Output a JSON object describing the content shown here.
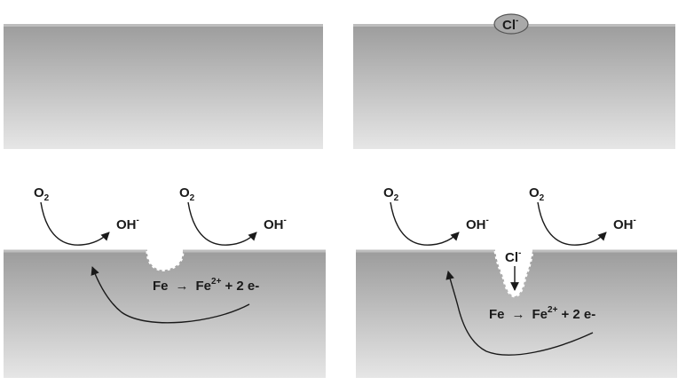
{
  "panels": {
    "top_left": {},
    "top_right": {
      "ion": {
        "base": "Cl",
        "charge": "-"
      }
    },
    "bottom_left": {
      "o2_left": {
        "base": "O",
        "sub": "2"
      },
      "oh_left": {
        "base": "OH",
        "charge": "-"
      },
      "o2_right": {
        "base": "O",
        "sub": "2"
      },
      "oh_right": {
        "base": "OH",
        "charge": "-"
      },
      "reaction": {
        "reactant": "Fe",
        "arrow": "→",
        "product_base": "Fe",
        "product_charge": "2+",
        "electrons": "+ 2 e-"
      }
    },
    "bottom_right": {
      "o2_left": {
        "base": "O",
        "sub": "2"
      },
      "oh_left": {
        "base": "OH",
        "charge": "-"
      },
      "o2_right": {
        "base": "O",
        "sub": "2"
      },
      "oh_right": {
        "base": "OH",
        "charge": "-"
      },
      "pit_ion": {
        "base": "Cl",
        "charge": "-"
      },
      "reaction": {
        "reactant": "Fe",
        "arrow": "→",
        "product_base": "Fe",
        "product_charge": "2+",
        "electrons": "+ 2 e-"
      }
    }
  },
  "colors": {
    "metal_top": "#9c9c9c",
    "metal_bottom": "#e6e6e6",
    "surface_line": "#b9b9b9",
    "ink": "#1a1a1a",
    "ion_fill": "#a9a9a9"
  }
}
